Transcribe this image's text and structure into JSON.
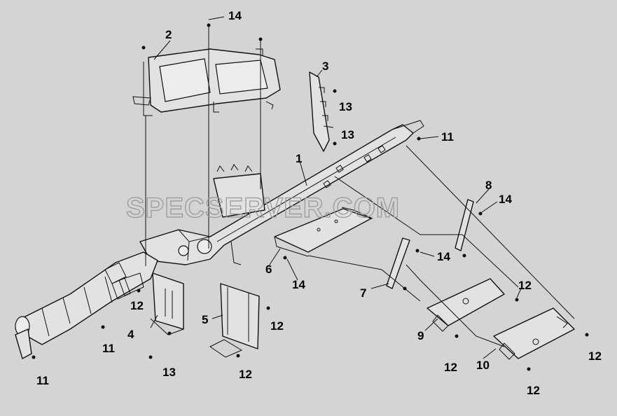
{
  "watermark": "SPECSERVER.COM",
  "callouts": {
    "c1": "1",
    "c2": "2",
    "c3": "3",
    "c4": "4",
    "c5": "5",
    "c6": "6",
    "c7": "7",
    "c8": "8",
    "c9": "9",
    "c10": "10",
    "c11a": "11",
    "c11b": "11",
    "c11c": "11",
    "c12a": "12",
    "c12b": "12",
    "c12c": "12",
    "c12d": "12",
    "c12e": "12",
    "c12f": "12",
    "c12g": "12",
    "c13a": "13",
    "c13b": "13",
    "c13c": "13",
    "c14a": "14",
    "c14b": "14",
    "c14c": "14",
    "c14d": "14"
  },
  "colors": {
    "background": "#d4d4d4",
    "line": "#111111",
    "watermark": "#9a9a9a"
  }
}
